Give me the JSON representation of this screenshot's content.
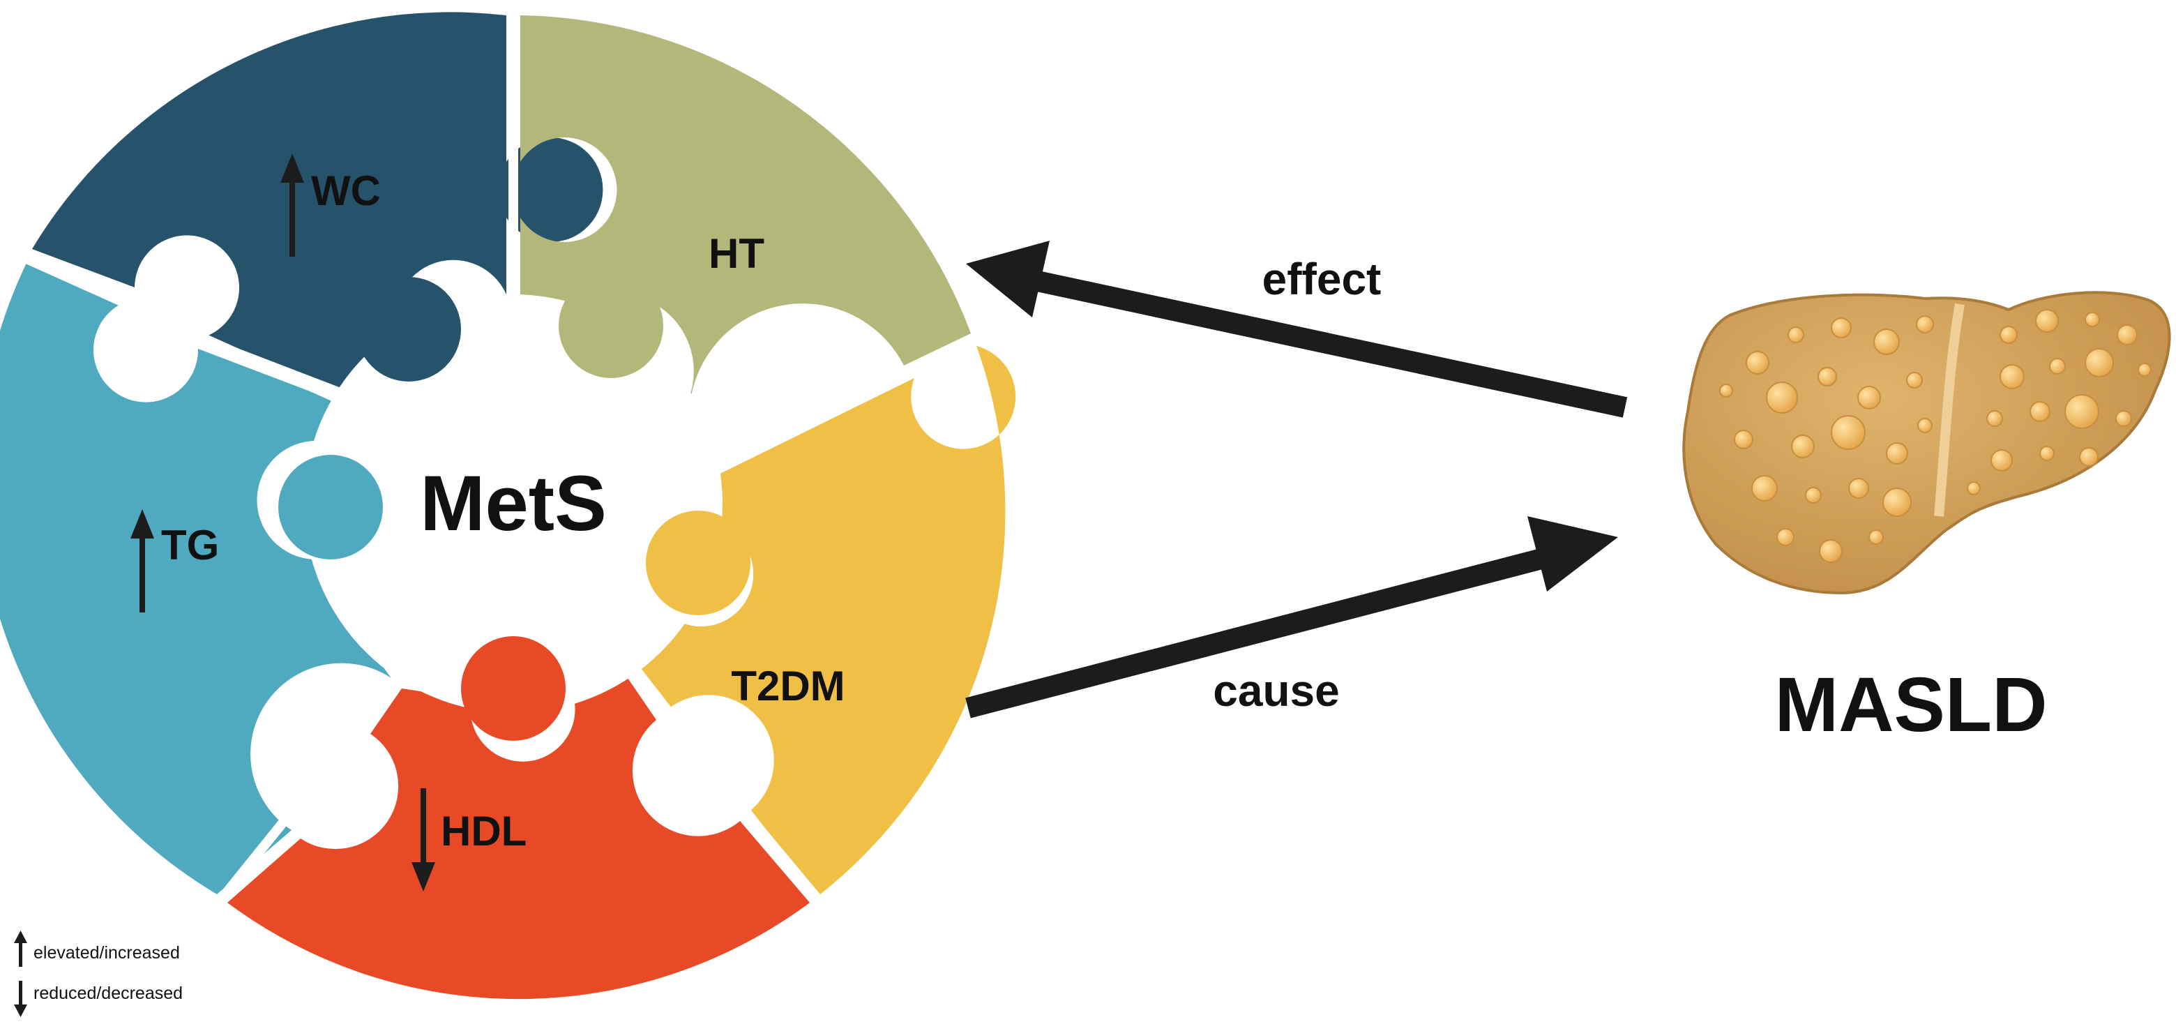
{
  "center": {
    "label": "MetS"
  },
  "pieces": [
    {
      "id": "wc",
      "label": "WC",
      "indicator": "up",
      "color": "#26536b"
    },
    {
      "id": "ht",
      "label": "HT",
      "indicator": "none",
      "color": "#b3b87a"
    },
    {
      "id": "t2dm",
      "label": "T2DM",
      "indicator": "none",
      "color": "#f0bf45"
    },
    {
      "id": "hdl",
      "label": "HDL",
      "indicator": "down",
      "color": "#e84a27"
    },
    {
      "id": "tg",
      "label": "TG",
      "indicator": "up",
      "color": "#4faac0"
    }
  ],
  "arrows": [
    {
      "id": "effect",
      "label": "effect",
      "direction": "from MASLD to MetS"
    },
    {
      "id": "cause",
      "label": "cause",
      "direction": "from MetS to MASLD"
    }
  ],
  "organ": {
    "label": "MASLD",
    "icon": "fatty-liver-icon",
    "color": "#d3a25a"
  },
  "legend": {
    "up_label": "elevated/increased",
    "down_label": "reduced/decreased"
  },
  "colors": {
    "text": "#111111",
    "arrow": "#1c1c1c",
    "gap": "#ffffff"
  }
}
